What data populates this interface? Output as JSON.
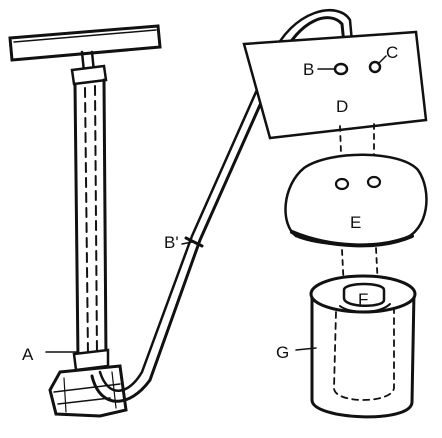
{
  "diagram": {
    "labels": {
      "A": "A",
      "B": "B",
      "B_prime": "B'",
      "C": "C",
      "D": "D",
      "E": "E",
      "F": "F",
      "G": "G"
    },
    "colors": {
      "ink": "#111111",
      "background": "#ffffff"
    }
  }
}
